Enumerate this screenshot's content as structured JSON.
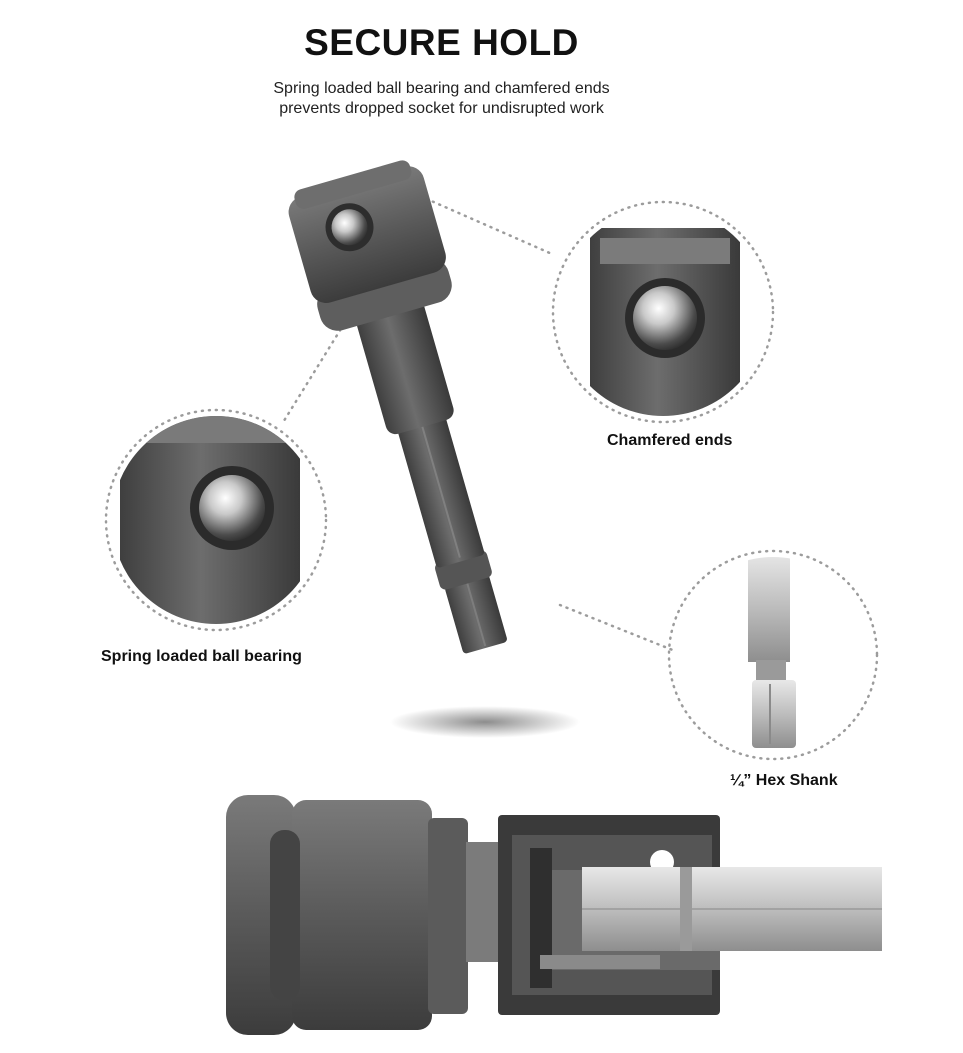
{
  "header": {
    "title": "SECURE HOLD",
    "subtitle_line1": "Spring loaded ball bearing and chamfered ends",
    "subtitle_line2": "prevents dropped socket for undisrupted work"
  },
  "callouts": {
    "chamfered": "Chamfered ends",
    "ball_bearing": "Spring loaded ball bearing",
    "hex_shank": "¼” Hex Shank"
  },
  "colors": {
    "steel_dark": "#4a4a4a",
    "steel_mid": "#6a6a6a",
    "steel_light": "#9a9a9a",
    "silver": "#c8c8c8",
    "dots": "#9c9c9c"
  }
}
